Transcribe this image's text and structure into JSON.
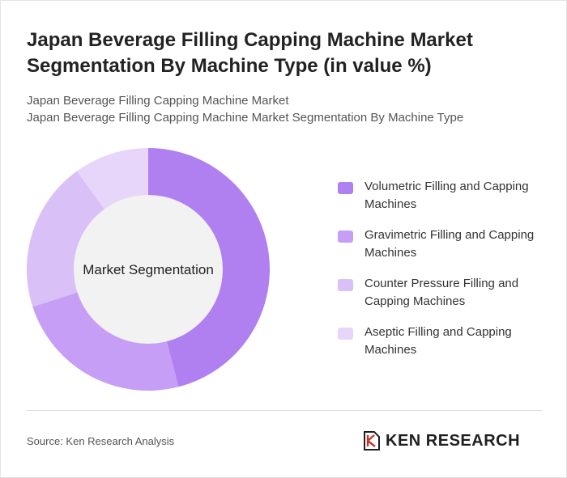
{
  "header": {
    "title": "Japan Beverage Filling Capping Machine Market Segmentation By Machine Type (in value %)",
    "subtitle_line1": "Japan Beverage Filling Capping Machine Market",
    "subtitle_line2": "Japan Beverage Filling Capping Machine Market Segmentation By Machine Type"
  },
  "chart_data": {
    "type": "pie",
    "center_label": "Market Segmentation",
    "categories": [
      "Volumetric Filling and Capping Machines",
      "Gravimetric Filling and Capping Machines",
      "Counter Pressure Filling and Capping Machines",
      "Aseptic Filling and Capping Machines"
    ],
    "values": [
      46,
      24,
      20,
      10
    ],
    "colors": [
      "#b07ff0",
      "#c79ef5",
      "#d9c0f7",
      "#e7d6fa"
    ],
    "legend_position": "right"
  },
  "footer": {
    "source": "Source: Ken Research Analysis",
    "brand": "KEN RESEARCH"
  }
}
